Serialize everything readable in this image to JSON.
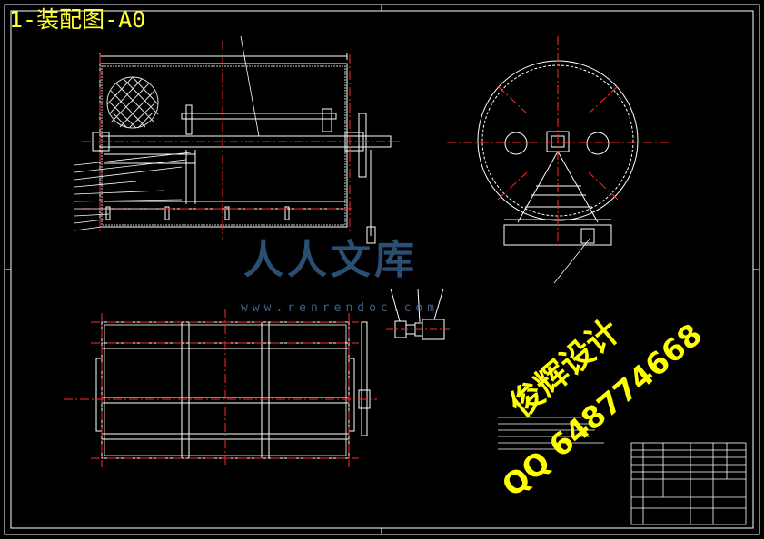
{
  "drawing": {
    "title": "1-装配图-A0"
  },
  "watermark": {
    "brand": "人人文库",
    "url": "www.renrendoc.com"
  },
  "promo": {
    "name": "俊辉设计",
    "qq": "QQ 648774668"
  },
  "colors": {
    "background": "#000000",
    "frame": "#ffffff",
    "centerline": "#ff2a2a",
    "title_text": "#ffff33",
    "promo_text": "#ffff00",
    "watermark": "#3a6ea0"
  }
}
